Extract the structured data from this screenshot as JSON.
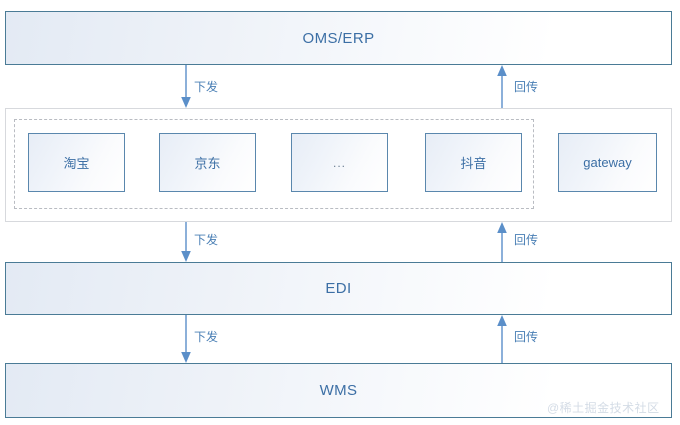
{
  "diagram": {
    "title": "OMS/ERP - EDI - WMS integration flow",
    "colors": {
      "band_border": "#4a7b96",
      "node_border": "#5a87ad",
      "text_blue": "#3c6fa5",
      "arrow_blue": "#5b8fc9",
      "dashed_border": "#b9bcc2",
      "outer_border": "#d7d9dd",
      "watermark": "#d4dce6"
    },
    "bands": [
      {
        "id": "oms-erp",
        "label": "OMS/ERP"
      },
      {
        "id": "edi",
        "label": "EDI"
      },
      {
        "id": "wms",
        "label": "WMS"
      }
    ],
    "channel_nodes": [
      {
        "id": "taobao",
        "label": "淘宝",
        "in_dashed_group": true
      },
      {
        "id": "jingdong",
        "label": "京东",
        "in_dashed_group": true
      },
      {
        "id": "more",
        "label": "...",
        "in_dashed_group": true
      },
      {
        "id": "douyin",
        "label": "抖音",
        "in_dashed_group": true
      },
      {
        "id": "gateway",
        "label": "gateway",
        "in_dashed_group": false
      }
    ],
    "flows": [
      {
        "id": "oms-to-channel-down",
        "label": "下发",
        "direction": "down"
      },
      {
        "id": "channel-to-oms-up",
        "label": "回传",
        "direction": "up"
      },
      {
        "id": "channel-to-edi-down",
        "label": "下发",
        "direction": "down"
      },
      {
        "id": "edi-to-channel-up",
        "label": "回传",
        "direction": "up"
      },
      {
        "id": "edi-to-wms-down",
        "label": "下发",
        "direction": "down"
      },
      {
        "id": "wms-to-edi-up",
        "label": "回传",
        "direction": "up"
      }
    ],
    "watermark": "@稀土掘金技术社区"
  }
}
